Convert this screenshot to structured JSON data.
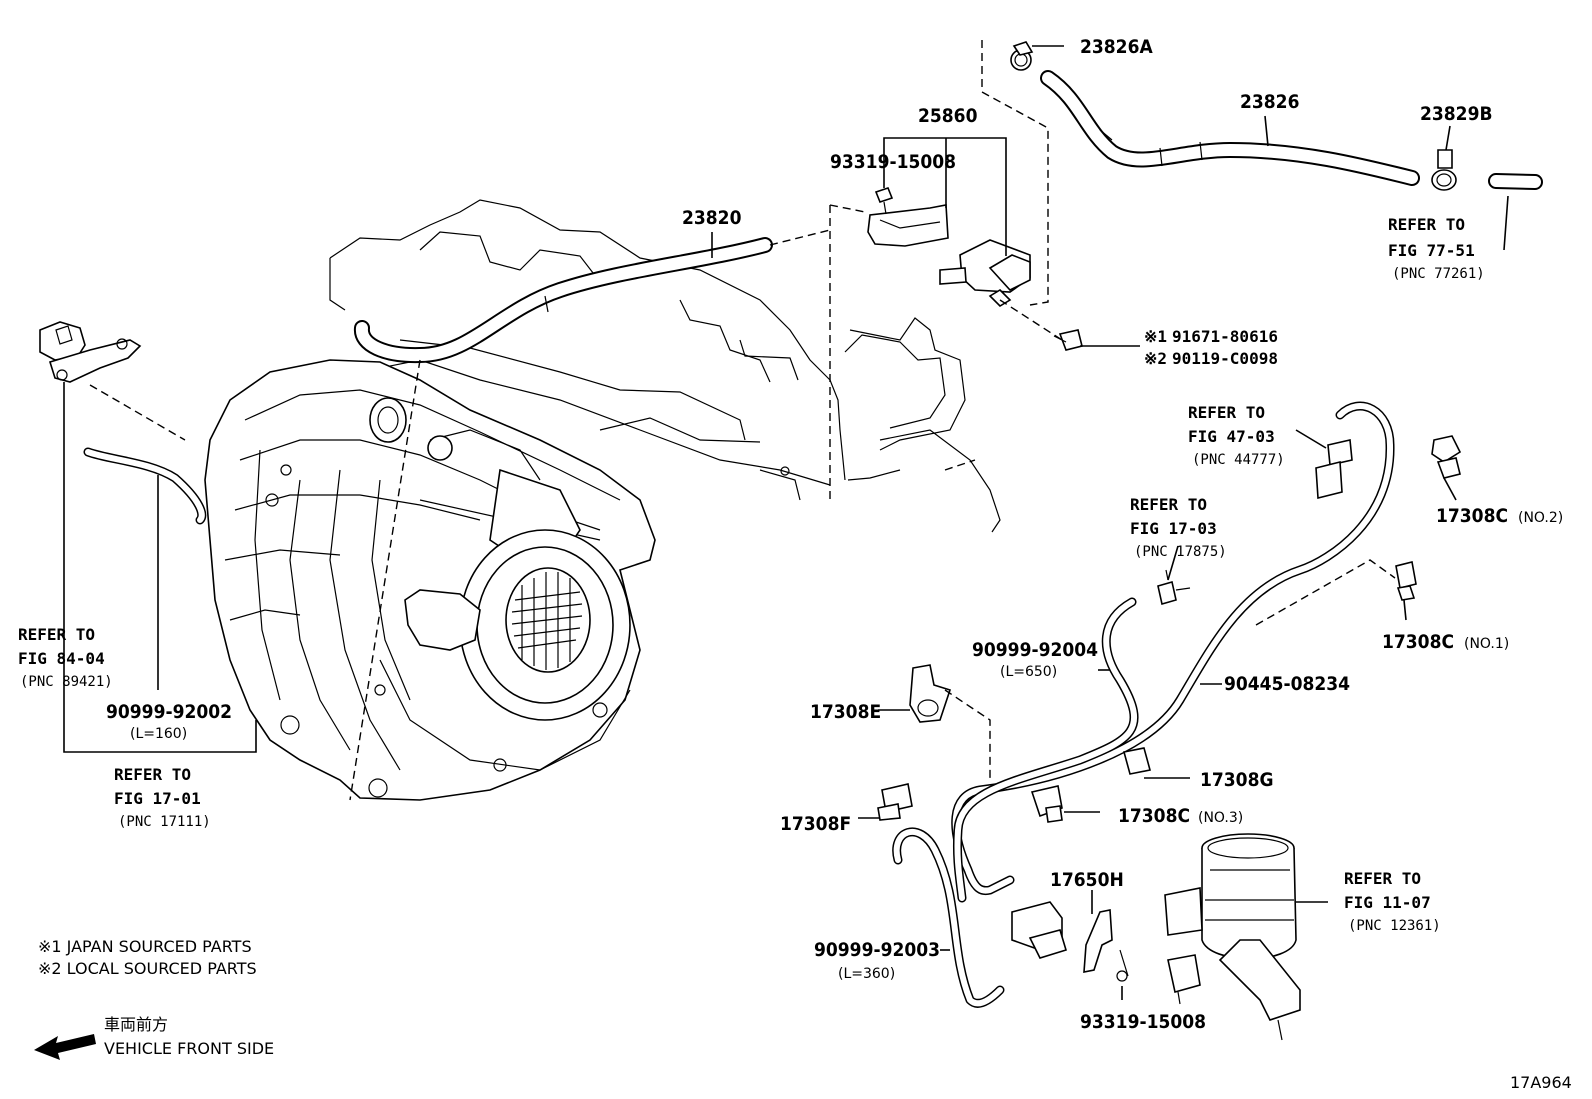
{
  "parts": {
    "p23826A": "23826A",
    "p23826": "23826",
    "p23829B": "23829B",
    "p25860": "25860",
    "p93319_top": "93319-15008",
    "p23820": "23820",
    "p17308C_no2": "17308C",
    "p17308C_no1": "17308C",
    "p17308E": "17308E",
    "p17308G": "17308G",
    "p17308C_no3": "17308C",
    "p17308F": "17308F",
    "p17650H": "17650H",
    "p93319_bottom": "93319-15008",
    "p90999_92004": "90999-92004",
    "p90445_08234": "90445-08234",
    "p90999_92003": "90999-92003",
    "p90999_92002": "90999-92002"
  },
  "qualifiers": {
    "no1": "(NO.1)",
    "no2": "(NO.2)",
    "no3": "(NO.3)",
    "len650": "(L=650)",
    "len360": "(L=360)",
    "len160": "(L=160)"
  },
  "bolt_options": {
    "opt1_mark": "※1",
    "opt1_part": "91671-80616",
    "opt2_mark": "※2",
    "opt2_part": "90119-C0098"
  },
  "refs": {
    "fig7751": {
      "line1": "REFER TO",
      "line2": "FIG 77-51",
      "pnc": "(PNC 77261)"
    },
    "fig4703": {
      "line1": "REFER TO",
      "line2": "FIG 47-03",
      "pnc": "(PNC 44777)"
    },
    "fig1703": {
      "line1": "REFER TO",
      "line2": "FIG 17-03",
      "pnc": "(PNC 17875)"
    },
    "fig8404": {
      "line1": "REFER TO",
      "line2": "FIG 84-04",
      "pnc": "(PNC 89421)"
    },
    "fig1701": {
      "line1": "REFER TO",
      "line2": "FIG 17-01",
      "pnc": "(PNC 17111)"
    },
    "fig1107": {
      "line1": "REFER TO",
      "line2": "FIG 11-07",
      "pnc": "(PNC 12361)"
    }
  },
  "legend": {
    "note1": "※1  JAPAN SOURCED PARTS",
    "note2": "※2  LOCAL SOURCED PARTS",
    "front_jp": "車両前方",
    "front_en": "VEHICLE FRONT SIDE"
  },
  "figure_id": "17A964"
}
